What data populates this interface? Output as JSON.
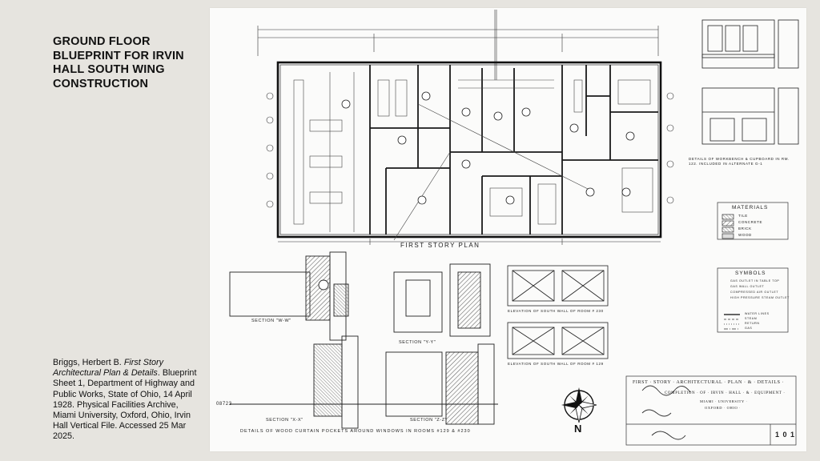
{
  "slide": {
    "title": "GROUND FLOOR BLUEPRINT FOR IRVIN HALL SOUTH WING CONSTRUCTION",
    "citation": {
      "author": "Briggs, Herbert B. ",
      "work_title": "First Story Architectural Plan & Details",
      "details": ". Blueprint Sheet 1, Department of Highway and Public Works, State of Ohio, 14 April 1928. Physical Facilities Archive, Miami University, Oxford, Ohio, Irvin Hall Vertical File. Accessed 25 Mar 2025."
    }
  },
  "blueprint": {
    "plan_label": "FIRST  STORY  PLAN",
    "materials": {
      "heading": "MATERIALS",
      "items": [
        "TILE",
        "CONCRETE",
        "BRICK",
        "WOOD"
      ]
    },
    "symbols": {
      "heading": "SYMBOLS",
      "items": [
        "GAS OUTLET IN TABLE TOP",
        "GAS WALL OUTLET",
        "COMPRESSED AIR OUTLET",
        "HIGH PRESSURE STEAM OUTLET",
        "WATER LINES",
        "STEAM",
        "RETURN",
        "GAS"
      ]
    },
    "section_labels": {
      "w": "SECTION \"W-W\"",
      "y": "SECTION \"Y-Y\"",
      "x": "SECTION \"X-X\"",
      "z": "SECTION \"Z-Z\""
    },
    "elevation_labels": {
      "south_230": "ELEVATION OF SOUTH WALL OF ROOM # 230",
      "south_129": "ELEVATION OF SOUTH WALL OF ROOM # 129"
    },
    "details_caption": "DETAILS OF WOOD CURTAIN POCKETS AROUND WINDOWS IN ROOMS #129 & #230",
    "workbench_caption": "DETAILS OF WORKBENCH & CUPBOARD IN RM. 122. INCLUDED IN ALTERNATE G-1",
    "title_block": {
      "line1": "FIRST · STORY · ARCHITECTURAL · PLAN · & · DETAILS ·",
      "line2": "COMPLETION · OF · IRVIN · HALL · & · EQUIPMENT ·",
      "line3": "MIAMI · UNIVERSITY ·",
      "line4": "OXFORD · OHIO ·",
      "sheet": "1 0 1"
    },
    "drawing_number": "08723",
    "north_label": "N"
  }
}
